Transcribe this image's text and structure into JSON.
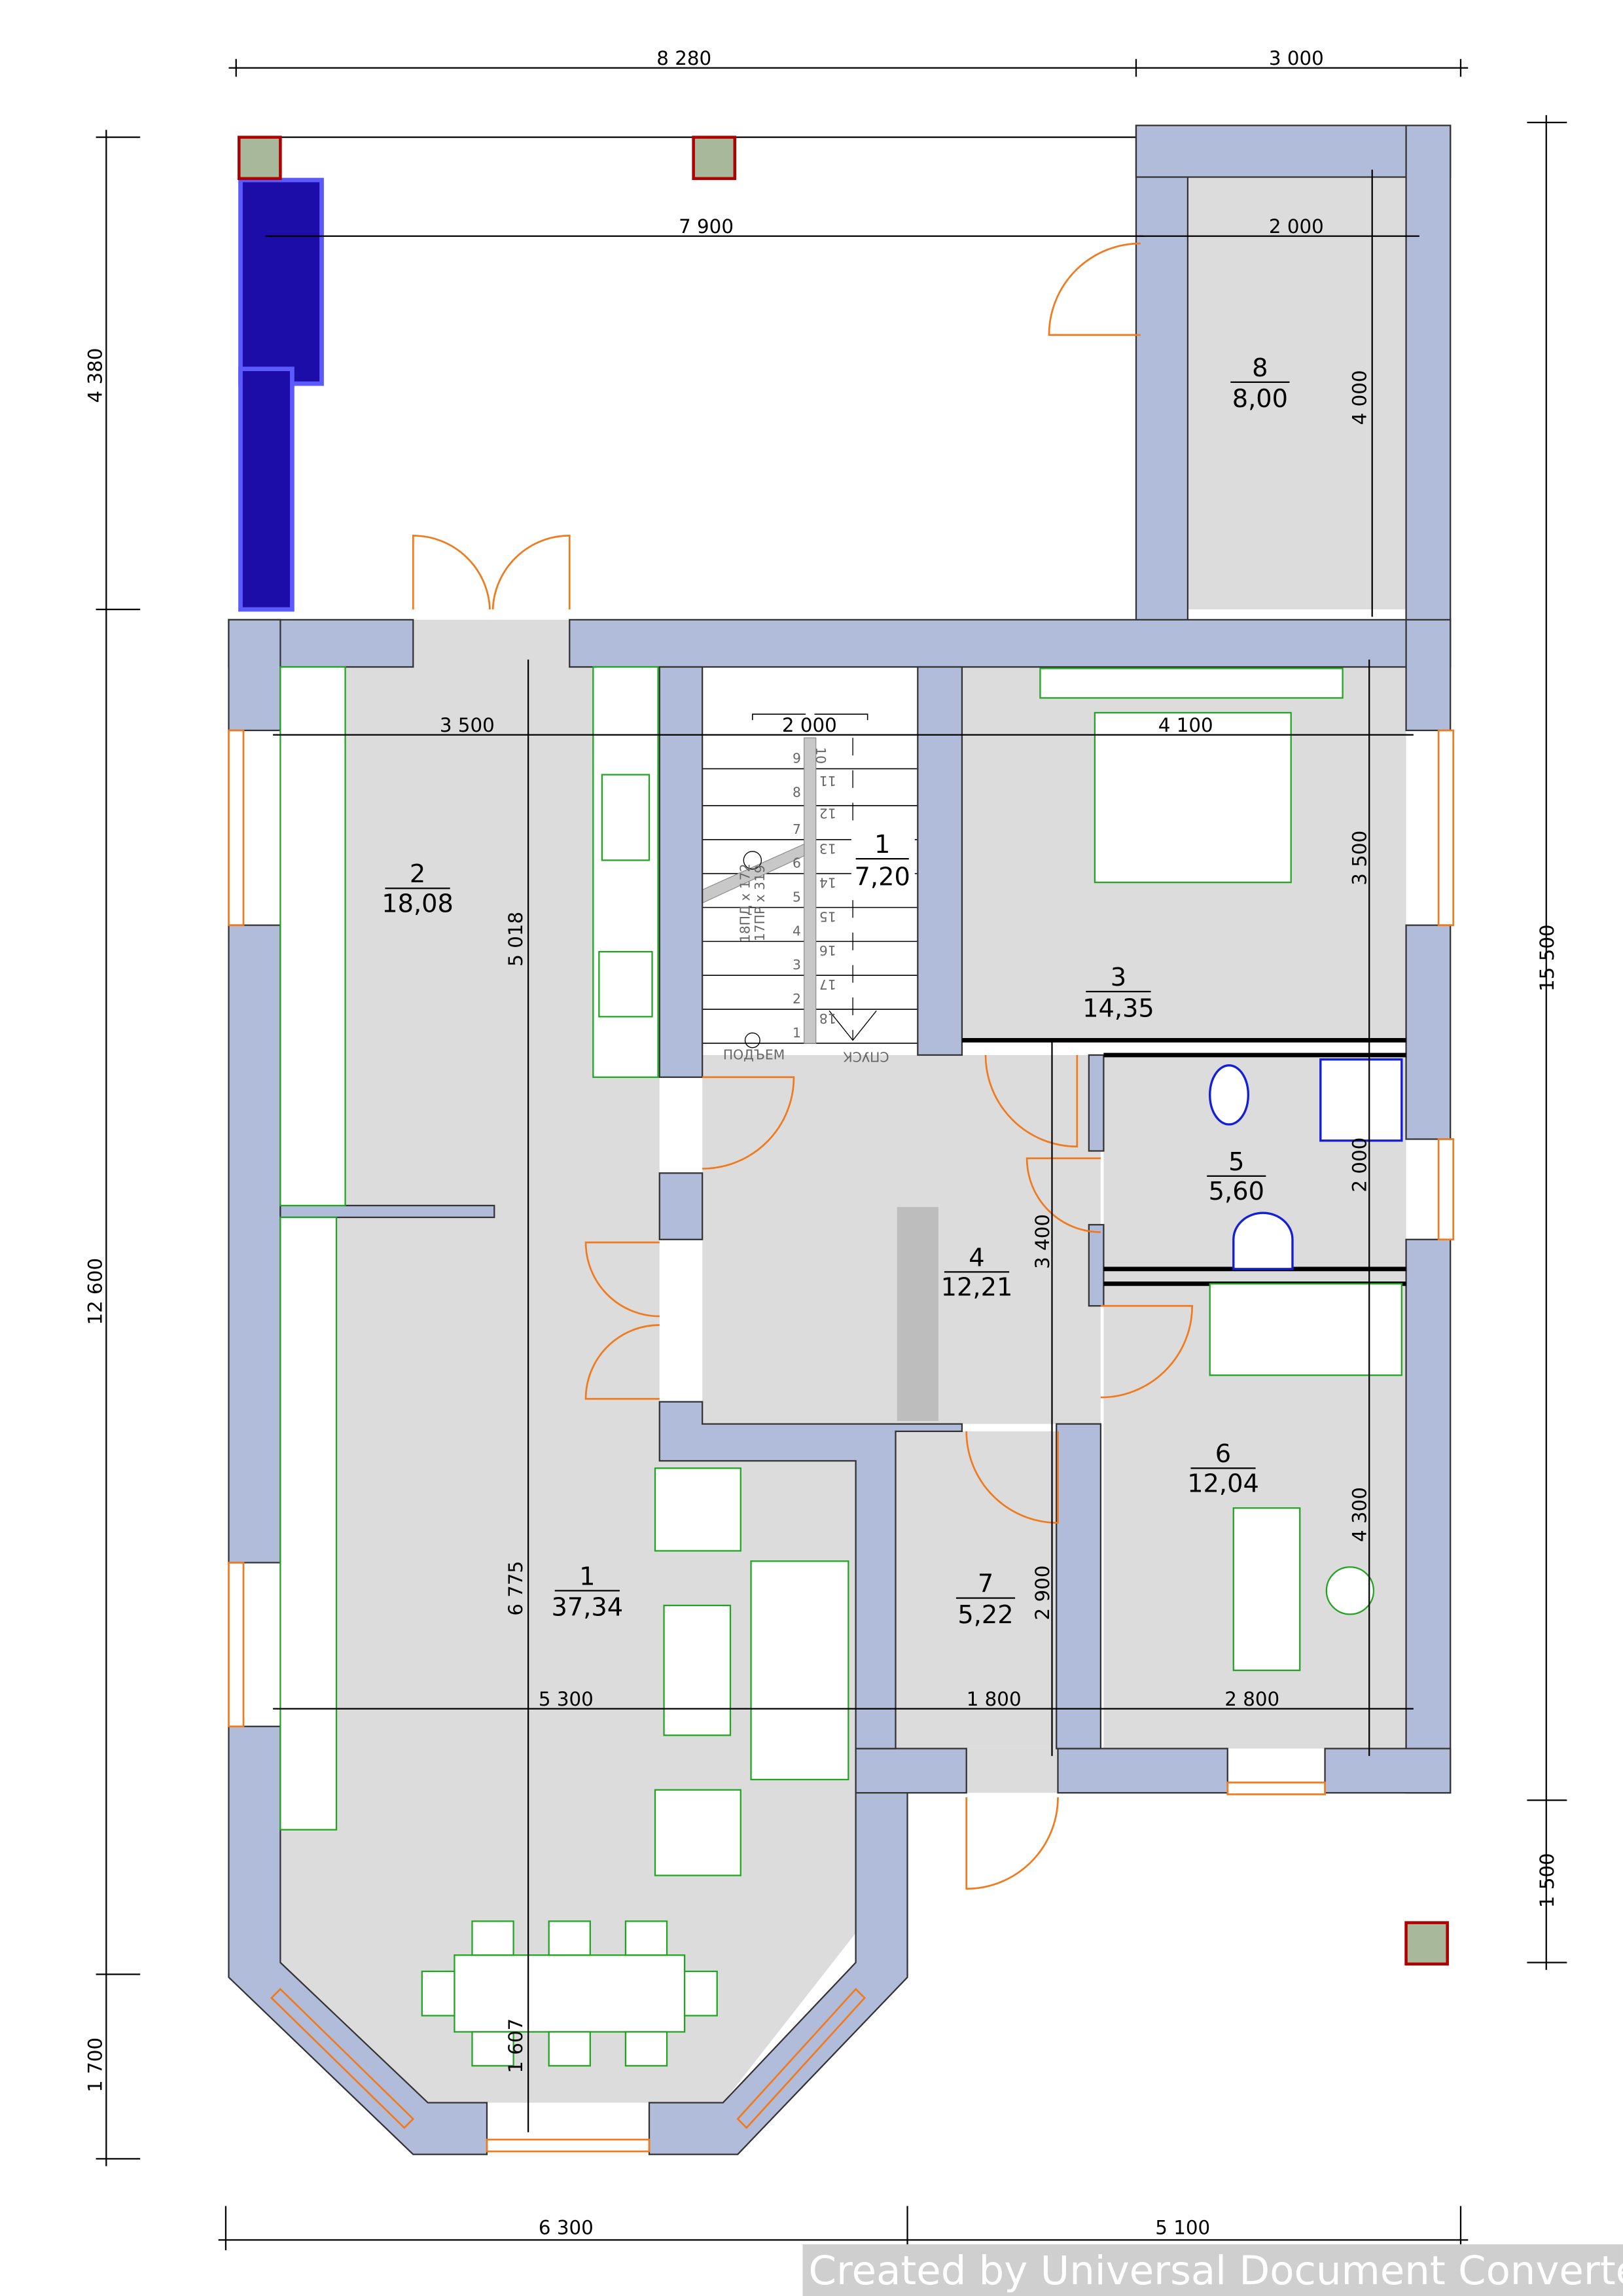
{
  "colors": {
    "wall": "#b1bcda",
    "floor": "#dcdcdc",
    "furniture": "#1fa51f",
    "window": "#f07a1e",
    "bench": "#1c0ca8",
    "column": "#a8b89a"
  },
  "dimensions": {
    "top_total": "8 280",
    "top_annex": "3 000",
    "terrace_width": "7 900",
    "annex_inner": "2 000",
    "annex_depth": "4 000",
    "left_terrace": "4 380",
    "left_main": "12 600",
    "left_bay": "1 700",
    "right_total": "15 500",
    "right_porch": "1 500",
    "bottom_left": "6 300",
    "bottom_right": "5 100",
    "kitchen_width": "3 500",
    "stair_width": "2 000",
    "bedroom_width": "4 100",
    "bedroom_depth": "3 500",
    "kitchen_depth": "5 018",
    "living_depth": "6 775",
    "bay_depth": "1 607",
    "hall_depth": "3 400",
    "bath_depth": "2 000",
    "room6_depth": "4 300",
    "room7_depth": "2 900",
    "living_width": "5 300",
    "room7_width": "1 800",
    "room6_width": "2 800"
  },
  "rooms": [
    {
      "num": "1",
      "area": "37,34"
    },
    {
      "num": "2",
      "area": "18,08"
    },
    {
      "num": "1",
      "area": "7,20"
    },
    {
      "num": "3",
      "area": "14,35"
    },
    {
      "num": "4",
      "area": "12,21"
    },
    {
      "num": "5",
      "area": "5,60"
    },
    {
      "num": "6",
      "area": "12,04"
    },
    {
      "num": "7",
      "area": "5,22"
    },
    {
      "num": "8",
      "area": "8,00"
    }
  ],
  "stair": {
    "up_label": "ПОДЪЕМ",
    "down_label": "СПУСК",
    "spec_risers": "18ПД х 172",
    "spec_treads": "17ПР х 319",
    "steps": [
      "1",
      "2",
      "3",
      "4",
      "5",
      "6",
      "7",
      "8",
      "9",
      "10",
      "11",
      "12",
      "13",
      "14",
      "15",
      "16",
      "17",
      "18"
    ]
  },
  "watermark": "Created by Universal Document Converter"
}
